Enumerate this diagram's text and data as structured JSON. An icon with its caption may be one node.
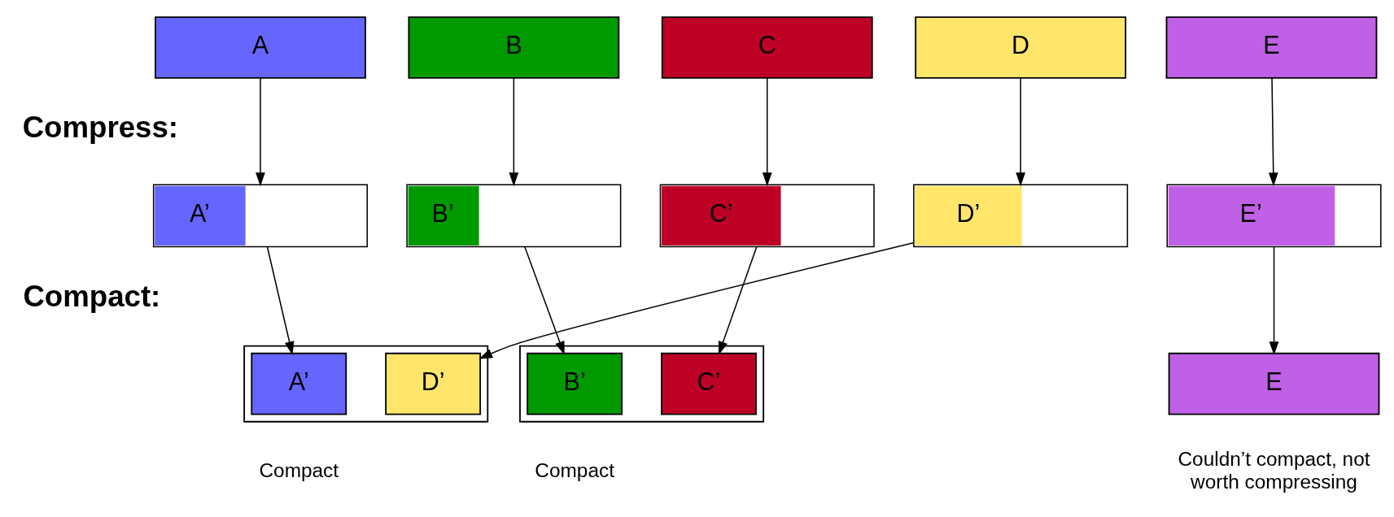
{
  "diagram": {
    "nodes": [
      {
        "text": [
          "A"
        ]
      },
      {
        "text": [
          "B"
        ]
      },
      {
        "text": [
          "C"
        ]
      },
      {
        "text": [
          "D"
        ]
      },
      {
        "text": [
          "E"
        ]
      },
      {
        "text": [
          "A’"
        ]
      },
      {
        "text": [
          "B’"
        ]
      },
      {
        "text": [
          "C’"
        ]
      },
      {
        "text": [
          "D’"
        ]
      },
      {
        "text": [
          "E’"
        ]
      },
      {
        "text": [],
        "shape": "box",
        "beside": [
          "Compact"
        ]
      },
      {
        "text": [
          "A’"
        ],
        "in": 10
      },
      {
        "text": [
          "D’"
        ],
        "in": 10
      },
      {
        "text": [],
        "shape": "box",
        "beside": [
          "Compact"
        ]
      },
      {
        "text": [
          "B’"
        ],
        "in": 13
      },
      {
        "text": [
          "C’"
        ],
        "in": 13
      },
      {
        "text": [
          "E"
        ],
        "beside": [
          "Couldn’t compact, not worth compressing"
        ]
      }
    ],
    "edges": [
      {
        "from": 0,
        "to": 5,
        "arrow": "to"
      },
      {
        "from": 1,
        "to": 6,
        "arrow": "to"
      },
      {
        "from": 2,
        "to": 7,
        "arrow": "to"
      },
      {
        "from": 3,
        "to": 8,
        "arrow": "to"
      },
      {
        "from": 4,
        "to": 9,
        "arrow": "to"
      },
      {
        "from": 5,
        "to": 11,
        "arrow": "to"
      },
      {
        "from": 6,
        "to": 14,
        "arrow": "to"
      },
      {
        "from": 7,
        "to": 15,
        "arrow": "to"
      },
      {
        "from": 8,
        "to": 12,
        "arrow": "to"
      },
      {
        "from": 9,
        "to": 16,
        "arrow": "to"
      }
    ],
    "labels": [
      "Compress:",
      "Compact:"
    ]
  }
}
